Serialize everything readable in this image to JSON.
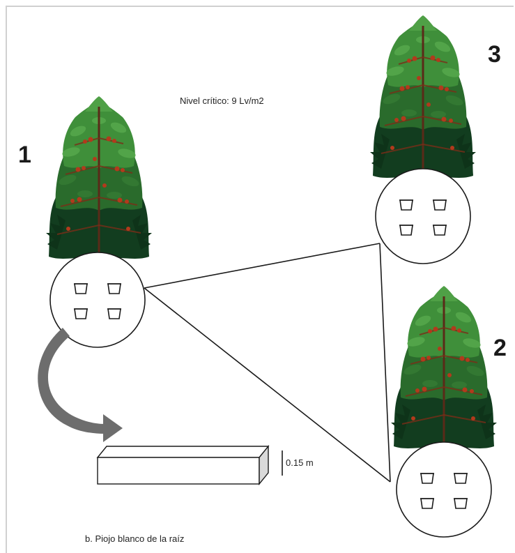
{
  "title": "Nivel crítico: 9 Lv/m2",
  "caption": "b. Piojo blanco de la raíz",
  "scale_label": "0.15 m",
  "plants": [
    {
      "number": "1",
      "traps": 4
    },
    {
      "number": "2",
      "traps": 4
    },
    {
      "number": "3",
      "traps": 4
    }
  ],
  "colors": {
    "leaf_light": "#3f8f3a",
    "leaf_mid": "#2a6b2c",
    "leaf_dark": "#123d1f",
    "berry": "#b23a1c",
    "arrow": "#6d6d6d",
    "line": "#1a1a1a"
  },
  "icons": [
    "coffee-plant-icon",
    "sampling-trap-icon",
    "curved-arrow-icon",
    "soil-block-icon"
  ]
}
